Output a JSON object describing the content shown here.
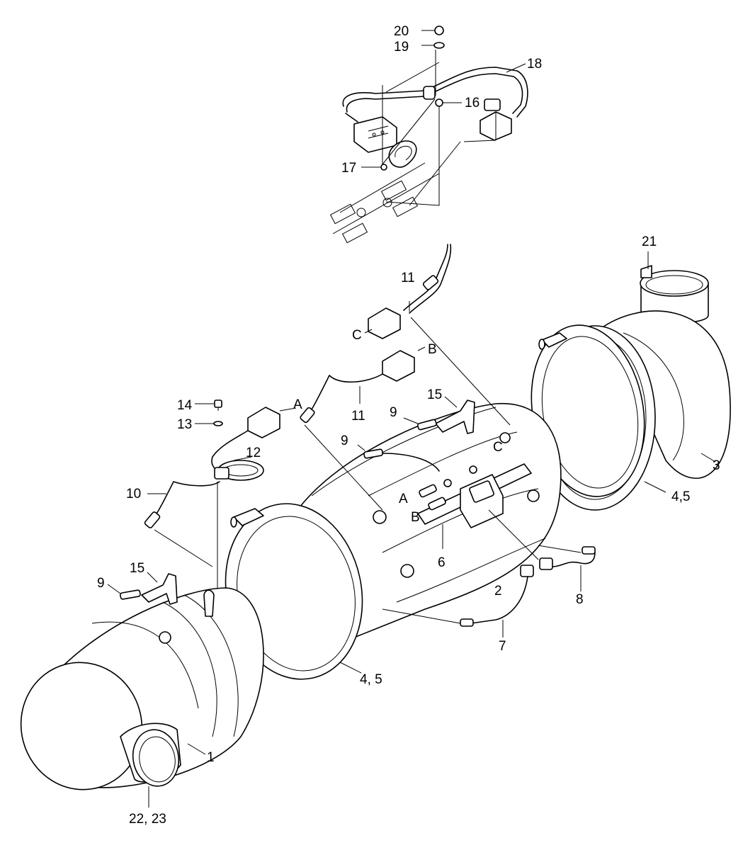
{
  "labels": {
    "l20": "20",
    "l19": "19",
    "l18": "18",
    "l16": "16",
    "l17": "17",
    "l21": "21",
    "l11a": "11",
    "lCa": "C",
    "lB1": "B",
    "l15a": "15",
    "l9a": "9",
    "l11b": "11",
    "lA1": "A",
    "l14": "14",
    "l13": "13",
    "l9b": "9",
    "lC2": "C",
    "l12": "12",
    "l3": "3",
    "l10": "10",
    "l45a": "4,5",
    "lA2": "A",
    "lB2": "B",
    "l6": "6",
    "l15b": "15",
    "l9c": "9",
    "l2": "2",
    "l8": "8",
    "l7": "7",
    "l45b": "4, 5",
    "l1": "1",
    "l2223": "22, 23"
  }
}
